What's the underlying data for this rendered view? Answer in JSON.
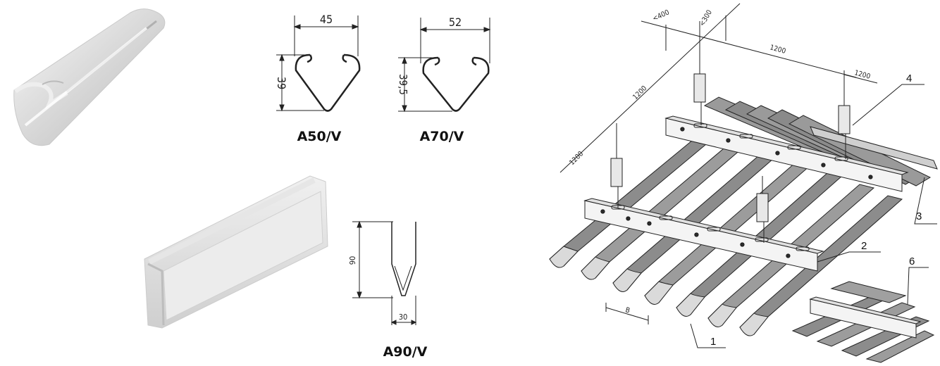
{
  "profiles": {
    "a50": {
      "model": "A50/V",
      "width": "45",
      "height": "39"
    },
    "a70": {
      "model": "A70/V",
      "width": "52",
      "height": "39,5"
    },
    "a90": {
      "model": "A90/V",
      "width": "30",
      "height": "90"
    }
  },
  "assembly": {
    "dimensions": {
      "d_lt400": "<400",
      "d_lt300": "<300",
      "span_top": "1200",
      "span_right": "1200",
      "span_left_upper": "1200",
      "span_left_lower": "1200",
      "pitch": "B"
    },
    "callouts": [
      "1",
      "2",
      "3",
      "4",
      "6"
    ]
  },
  "colors": {
    "line": "#222222",
    "panel_fill": "#8c8c8c",
    "panel_light": "#d6d6d6",
    "carrier_fill": "#f4f4f4"
  }
}
